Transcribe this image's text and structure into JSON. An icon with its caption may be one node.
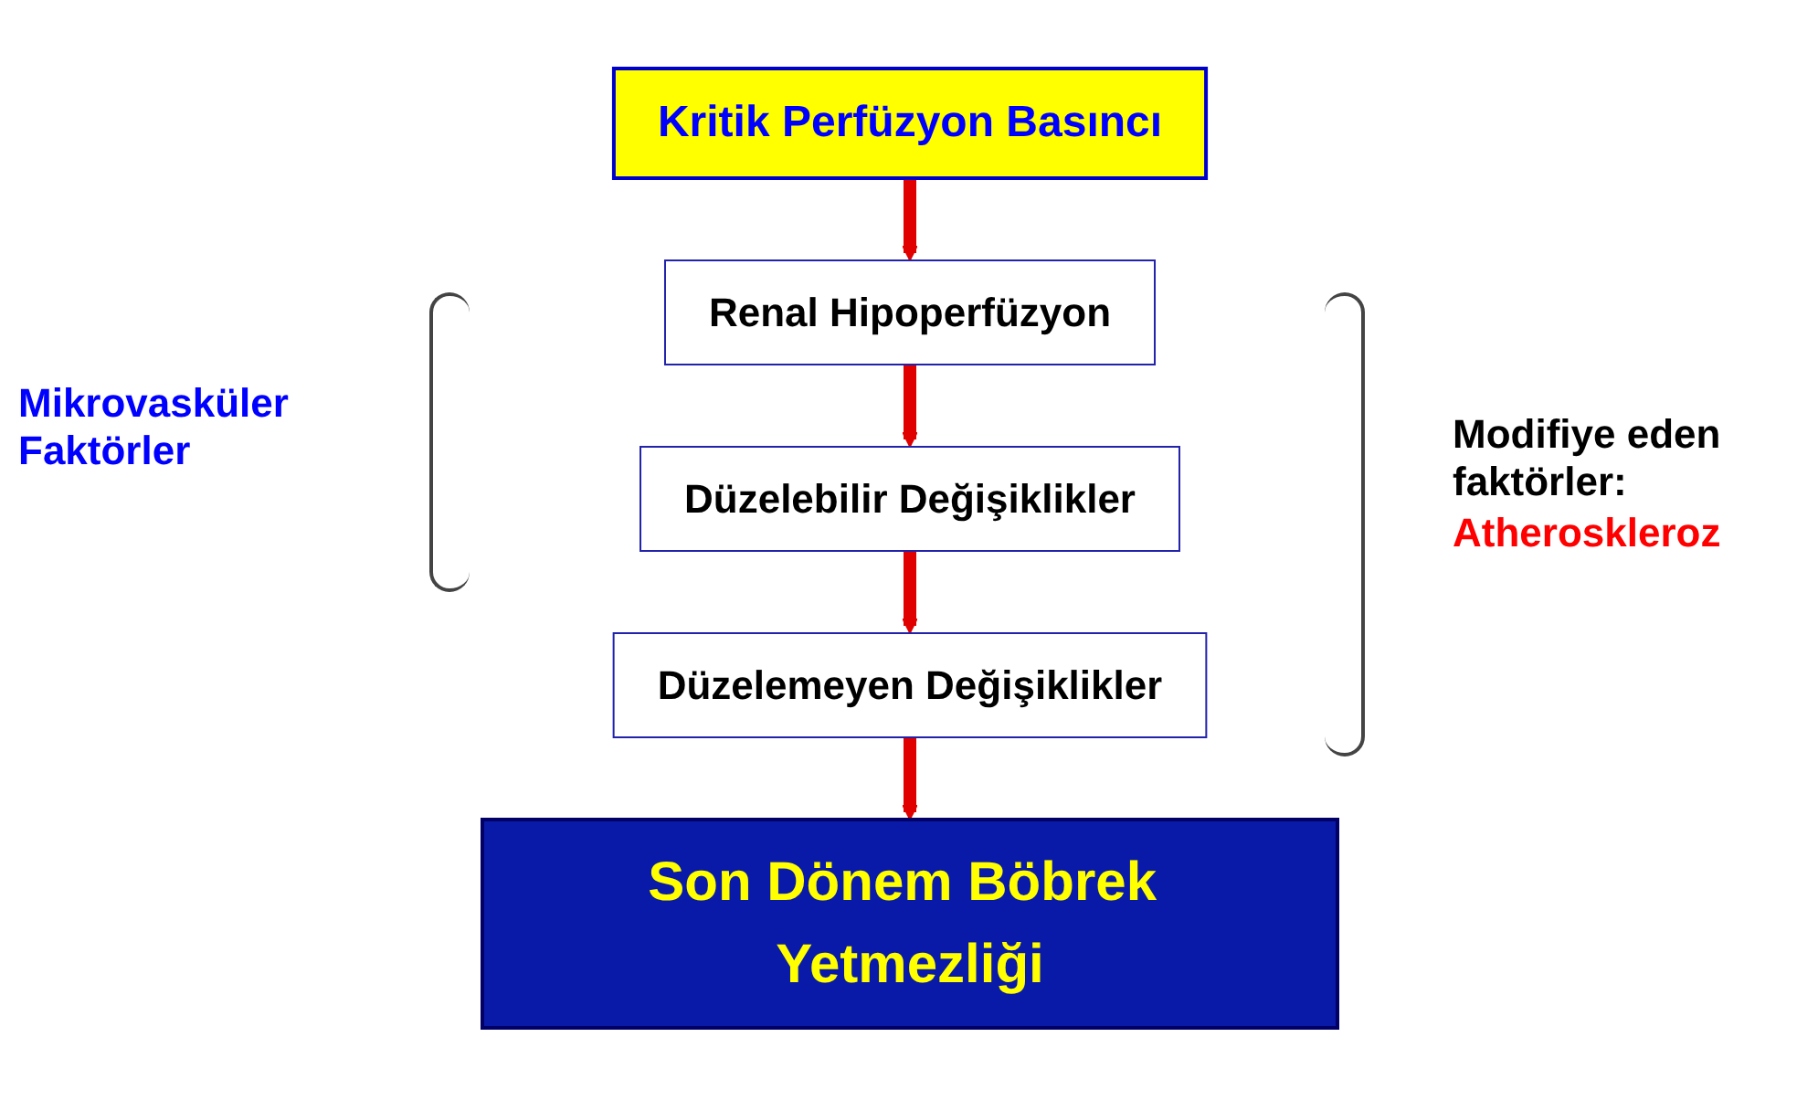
{
  "diagram": {
    "nodes": [
      {
        "text": [
          "Kritik Perfüzyon Basıncı"
        ]
      },
      {
        "text": [
          "Renal Hipoperfüzyon"
        ]
      },
      {
        "text": [
          "Düzelebilir Değişiklikler"
        ]
      },
      {
        "text": [
          "Düzelemeyen Değişiklikler"
        ]
      },
      {
        "text": [
          "Son Dönem Böbrek Yetmezliği"
        ]
      }
    ],
    "edges": [
      {
        "from": 0,
        "to": 1,
        "arrow": "to"
      },
      {
        "from": 1,
        "to": 2,
        "arrow": "to"
      },
      {
        "from": 2,
        "to": 3,
        "arrow": "to"
      },
      {
        "from": 3,
        "to": 4,
        "arrow": "to"
      }
    ],
    "labels": [
      "Mikrovasküler Faktörler",
      "Modifiye eden faktörler:",
      "Atheroskleroz"
    ]
  }
}
